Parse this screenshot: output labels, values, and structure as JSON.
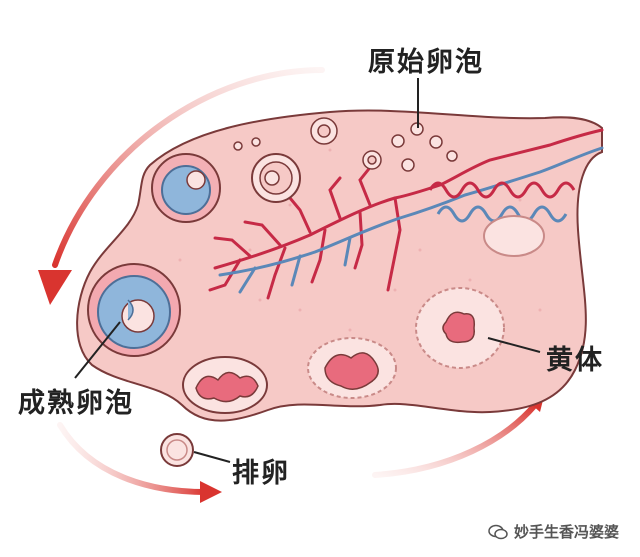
{
  "labels": {
    "primordial_follicle": "原始卵泡",
    "mature_follicle": "成熟卵泡",
    "corpus_luteum": "黄体",
    "ovulation": "排卵"
  },
  "watermark": "妙手生香冯婆婆",
  "colors": {
    "ovary_fill": "#f6c9c6",
    "ovary_outline": "#7a3a3a",
    "vein_red": "#c62a46",
    "vein_blue": "#5b88b8",
    "arrow_red": "#d9342f",
    "follicle_blue": "#8fb6db"
  }
}
